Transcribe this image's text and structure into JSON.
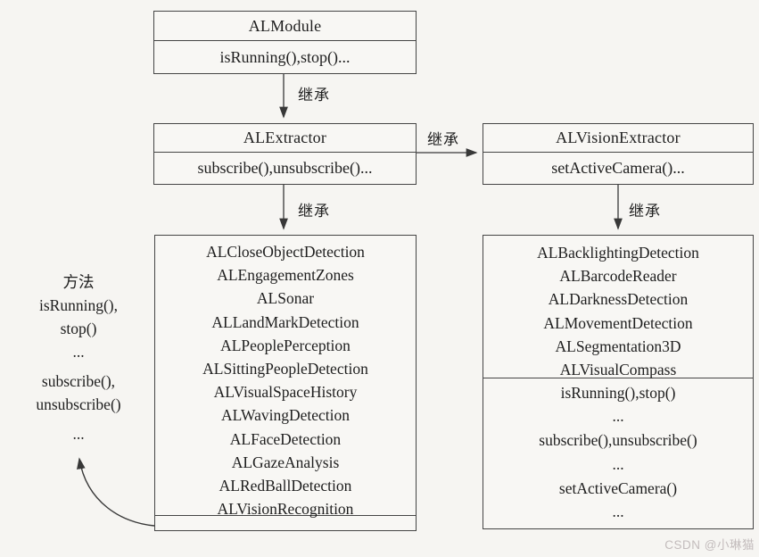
{
  "diagram": {
    "inherit_label": "继承",
    "almodule": {
      "name": "ALModule",
      "methods": "isRunning(),stop()..."
    },
    "alextractor": {
      "name": "ALExtractor",
      "methods": "subscribe(),unsubscribe()..."
    },
    "alvisionextractor": {
      "name": "ALVisionExtractor",
      "methods": "setActiveCamera()..."
    },
    "extractor_children": {
      "items": [
        "ALCloseObjectDetection",
        "ALEngagementZones",
        "ALSonar",
        "ALLandMarkDetection",
        "ALPeoplePerception",
        "ALSittingPeopleDetection",
        "ALVisualSpaceHistory",
        "ALWavingDetection",
        "ALFaceDetection",
        "ALGazeAnalysis",
        "ALRedBallDetection",
        "ALVisionRecognition"
      ]
    },
    "visionextractor_children": {
      "items": [
        "ALBacklightingDetection",
        "ALBarcodeReader",
        "ALDarknessDetection",
        "ALMovementDetection",
        "ALSegmentation3D",
        "ALVisualCompass"
      ],
      "methods": [
        "isRunning(),stop()",
        "...",
        "subscribe(),unsubscribe()",
        "...",
        "setActiveCamera()",
        "..."
      ]
    },
    "annotation": {
      "lines": [
        "方法",
        "isRunning(),",
        "stop()",
        "...",
        "subscribe(),",
        "unsubscribe()",
        "..."
      ]
    }
  },
  "watermark": "CSDN @小琳猫"
}
